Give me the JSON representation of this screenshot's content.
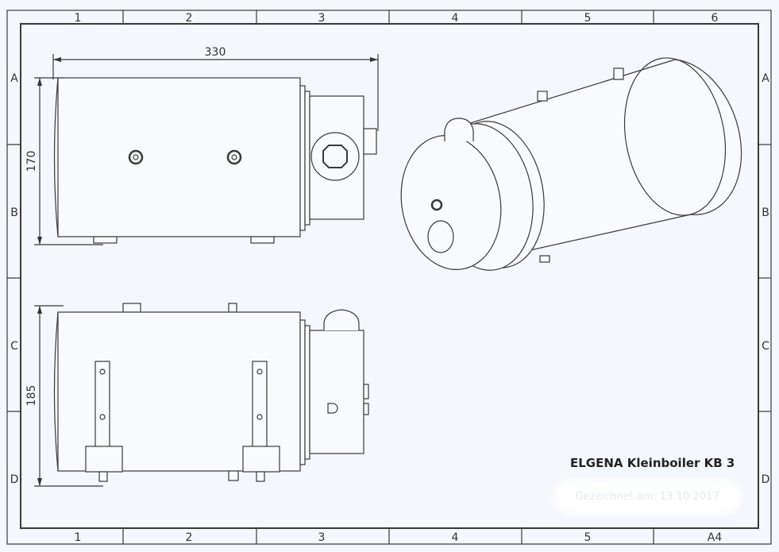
{
  "sheet": {
    "columns": [
      "1",
      "2",
      "3",
      "4",
      "5",
      "6"
    ],
    "bottom_columns": [
      "1",
      "2",
      "3",
      "4",
      "5",
      "A4"
    ],
    "rows": [
      "A",
      "B",
      "C",
      "D"
    ]
  },
  "dimensions": {
    "length": "330",
    "height_side": "170",
    "height_top": "185"
  },
  "title": "ELGENA Kleinboiler KB 3",
  "drawn_on": "Gezeichnet am: 13.10.2017"
}
